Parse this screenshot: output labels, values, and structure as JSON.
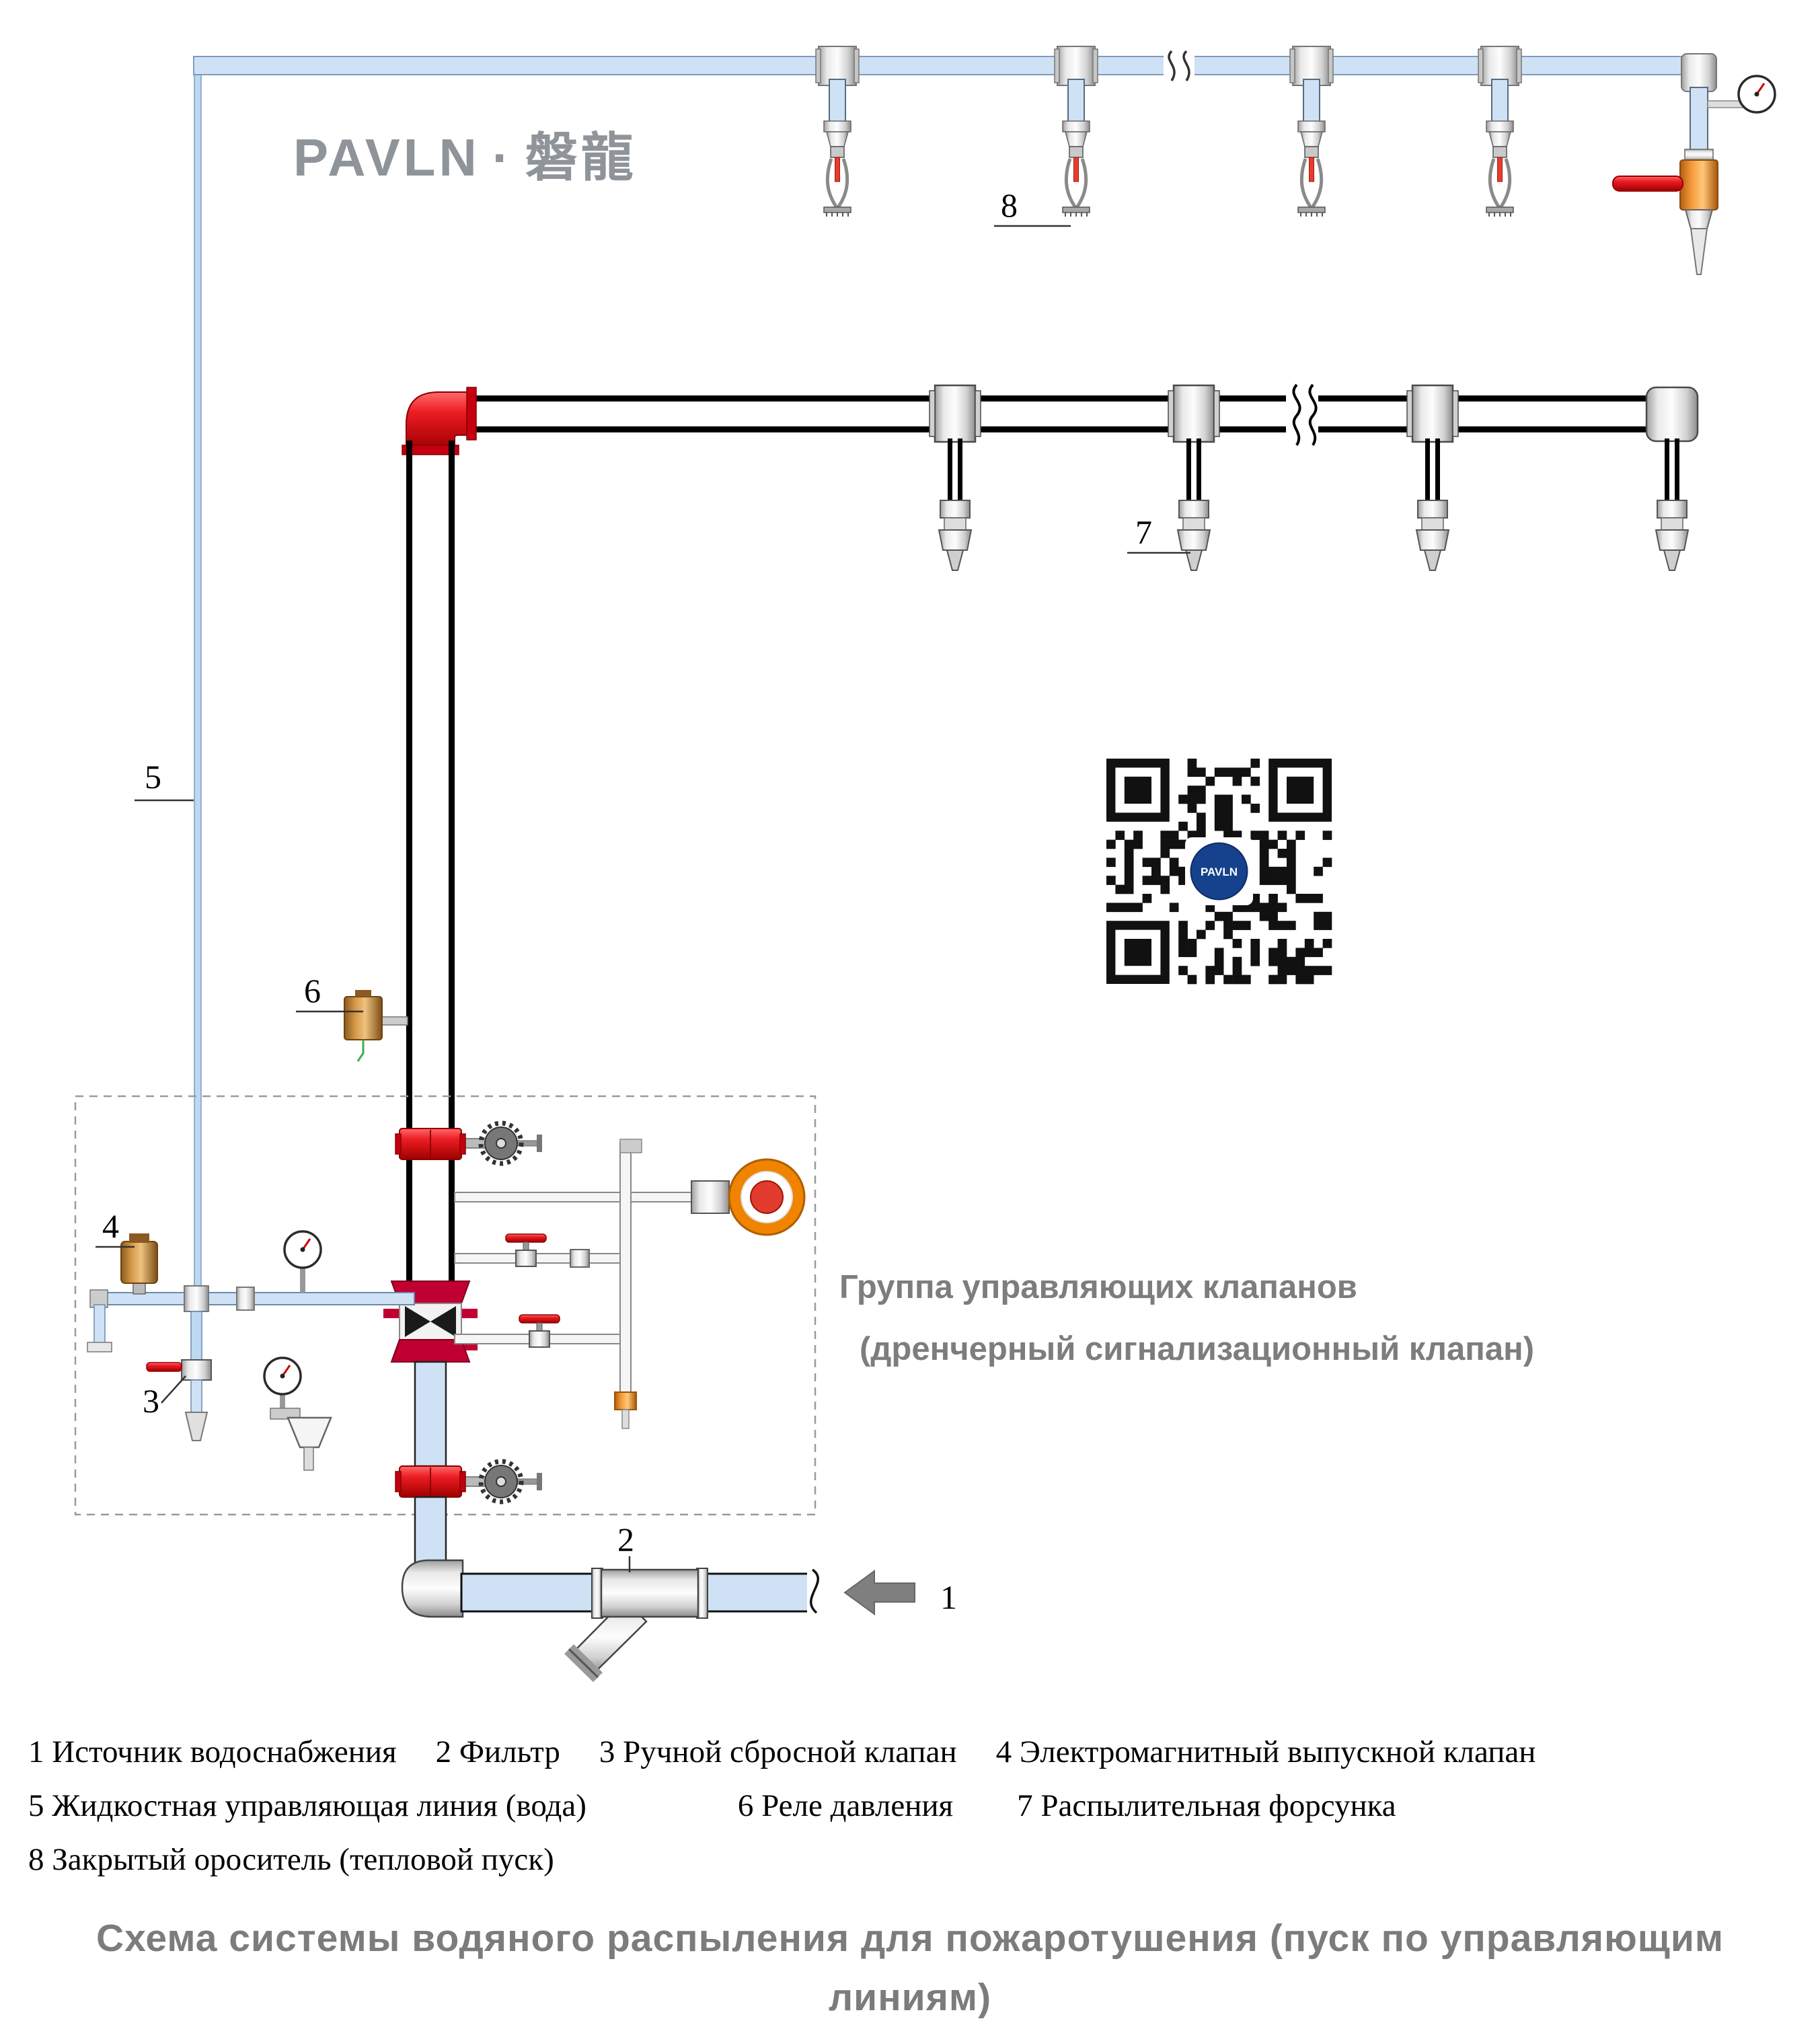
{
  "brand": {
    "name": "PAVLN",
    "separator": "·",
    "cjk": "磐龍"
  },
  "callouts": {
    "c1": "1",
    "c2": "2",
    "c3": "3",
    "c4": "4",
    "c5": "5",
    "c6": "6",
    "c7": "7",
    "c8": "8"
  },
  "valve_group_label": {
    "line1": "Группа управляющих клапанов",
    "line2": "(дренчерный сигнализационный клапан)"
  },
  "legend": {
    "row1": [
      "1 Источник водоснабжения",
      "2 Фильтр",
      "3 Ручной сбросной клапан",
      "4 Электромагнитный выпускной клапан"
    ],
    "row2": [
      "5 Жидкостная управляющая линия (вода)",
      "6 Реле давления",
      "7 Распылительная форсунка"
    ],
    "row3": [
      "8 Закрытый ороситель (тепловой пуск)"
    ]
  },
  "title": {
    "line1": "Схема системы водяного распыления для пожаротушения (пуск по управляющим",
    "line2": "линиям)"
  },
  "qr": {
    "label": "PAVLN"
  },
  "colors": {
    "pipe_water": "#cfe2f5",
    "pipe_black": "#000000",
    "accent_red": "#ec1c24",
    "valve_crimson": "#c00030",
    "bronze": "#c68a3a",
    "alarm_orange": "#f08300",
    "title_gray": "#7c7c7c"
  }
}
